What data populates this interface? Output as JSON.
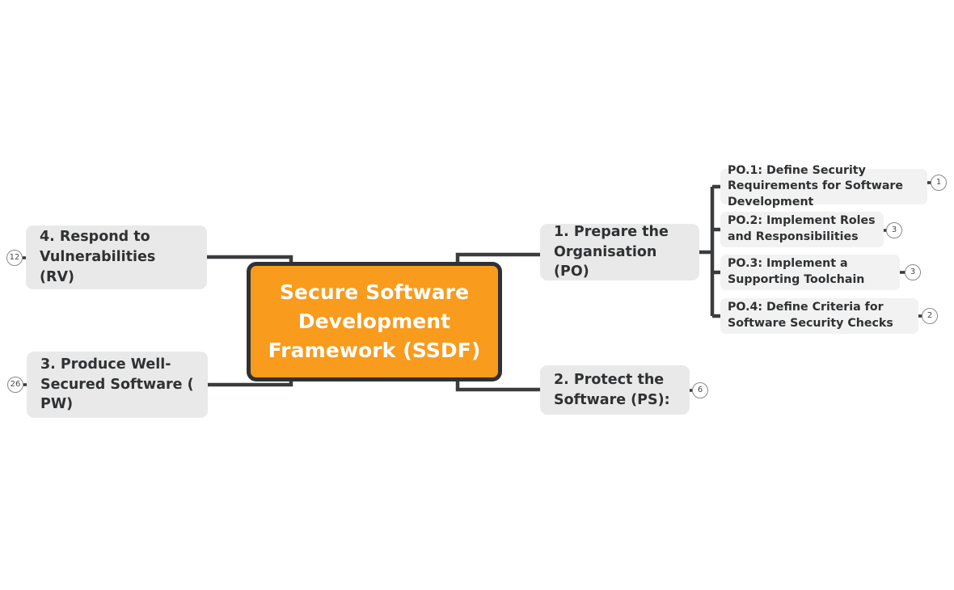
{
  "diagram": {
    "title": "Secure Software Development Framework (SSDF) mind map",
    "root": {
      "label": "Secure Software Development Framework (SSDF)",
      "fill_color": "#f99b1c",
      "border_color": "#2f3133",
      "text_color": "#ffffff"
    },
    "branch_fill_color": "#e9e9e9",
    "sub_fill_color": "#f2f2f2",
    "connector_color": "#3a3c3e",
    "canvas_background": "#ffffff",
    "branches": [
      {
        "id": "rv",
        "side": "left",
        "label": "4.  Respond to Vulnerabilities (RV)",
        "badge": "12"
      },
      {
        "id": "pw",
        "side": "left",
        "label": "3.  Produce Well-Secured Software ( PW)",
        "badge": "26"
      },
      {
        "id": "po",
        "side": "right",
        "label": "1.  Prepare the Organisation (PO)",
        "badge": ""
      },
      {
        "id": "ps",
        "side": "right",
        "label": "2.  Protect the Software (PS):",
        "badge": "6"
      }
    ],
    "po_children": [
      {
        "id": "po1",
        "label": "PO.1:  Define Security Requirements for Software Development",
        "badge": "1"
      },
      {
        "id": "po2",
        "label": "PO.2:  Implement Roles and Responsibilities",
        "badge": "3"
      },
      {
        "id": "po3",
        "label": "PO.3:  Implement a Supporting Toolchain",
        "badge": "3"
      },
      {
        "id": "po4",
        "label": "PO.4:  Define Criteria for Software Security Checks",
        "badge": "2"
      }
    ]
  }
}
